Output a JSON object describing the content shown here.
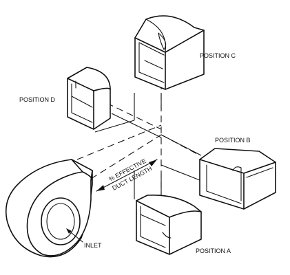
{
  "labels": {
    "position_a": "POSITION A",
    "position_b": "POSITION B",
    "position_c": "POSITION C",
    "position_d": "POSITION D",
    "inlet": "INLET",
    "effective_line1": "% EFFECTIVE",
    "effective_line2": "DUCT LENGTH"
  }
}
